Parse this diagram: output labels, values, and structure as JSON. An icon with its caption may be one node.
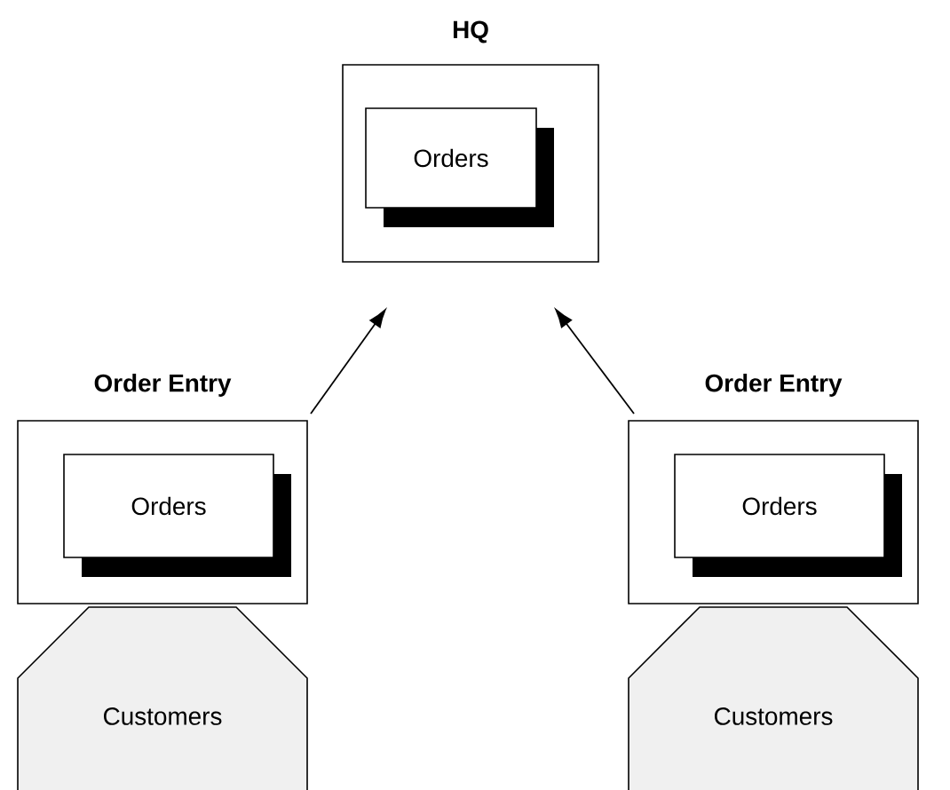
{
  "diagram": {
    "nodes": [
      {
        "text": [
          "HQ"
        ]
      },
      {
        "text": [
          "Orders"
        ],
        "in": 0
      },
      {
        "text": [
          "Order Entry"
        ]
      },
      {
        "text": [
          "Orders"
        ],
        "in": 2
      },
      {
        "text": [
          "Customers"
        ]
      },
      {
        "text": [
          "Order Entry"
        ]
      },
      {
        "text": [
          "Orders"
        ],
        "in": 5
      },
      {
        "text": [
          "Customers"
        ]
      }
    ],
    "edges": [
      {
        "from": 2,
        "to": 0,
        "arrow": "to"
      },
      {
        "from": 5,
        "to": 0,
        "arrow": "to"
      }
    ]
  }
}
